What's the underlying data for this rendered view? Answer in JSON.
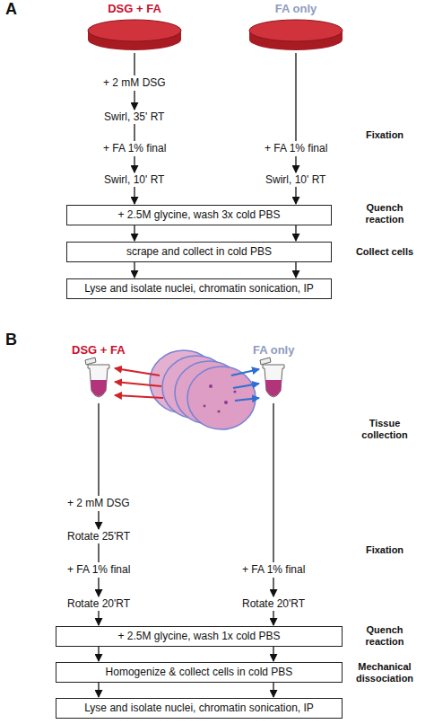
{
  "diagram": {
    "nodes": [
      {
        "text": [
          "DSG + FA"
        ]
      },
      {
        "text": [
          "FA only"
        ]
      },
      {
        "text": [
          "Swirl, 35' RT"
        ]
      },
      {
        "text": [
          "Swirl, 10' RT"
        ]
      },
      {
        "text": [
          "Swirl, 10' RT"
        ]
      },
      {
        "text": [
          "+ 2.5M glycine, wash 3x cold PBS"
        ]
      },
      {
        "text": [
          "scrape and collect in cold PBS"
        ]
      },
      {
        "text": [
          "Lyse and isolate nuclei, chromatin sonication, IP"
        ]
      },
      {
        "text": [
          "DSG + FA"
        ]
      },
      {
        "text": [
          "FA only"
        ]
      },
      {
        "text": [
          "Rotate 25'RT"
        ]
      },
      {
        "text": [
          "Rotate 20'RT"
        ]
      },
      {
        "text": [
          "Rotate 20'RT"
        ]
      },
      {
        "text": [
          "+ 2.5M glycine, wash 1x cold PBS"
        ]
      },
      {
        "text": [
          "Homogenize & collect cells in cold PBS"
        ]
      },
      {
        "text": [
          "Lyse and isolate nuclei, chromatin sonication, IP"
        ]
      }
    ],
    "edges": [
      {
        "from": 0,
        "to": 2,
        "arrow": "to",
        "label": "+ 2 mM DSG"
      },
      {
        "from": 2,
        "to": 3,
        "arrow": "to",
        "label": "+ FA 1% final"
      },
      {
        "from": 3,
        "to": 5,
        "arrow": "to"
      },
      {
        "from": 1,
        "to": 4,
        "arrow": "to",
        "label": "+ FA 1% final"
      },
      {
        "from": 4,
        "to": 5,
        "arrow": "to"
      },
      {
        "from": 5,
        "to": 6,
        "arrow": "to"
      },
      {
        "from": 5,
        "to": 6,
        "arrow": "to"
      },
      {
        "from": 6,
        "to": 7,
        "arrow": "to"
      },
      {
        "from": 6,
        "to": 7,
        "arrow": "to"
      },
      {
        "from": 8,
        "to": 10,
        "arrow": "to",
        "label": "+ 2 mM DSG"
      },
      {
        "from": 10,
        "to": 11,
        "arrow": "to",
        "label": "+ FA 1% final"
      },
      {
        "from": 11,
        "to": 13,
        "arrow": "to"
      },
      {
        "from": 9,
        "to": 12,
        "arrow": "to",
        "label": "+ FA 1% final"
      },
      {
        "from": 12,
        "to": 13,
        "arrow": "to"
      },
      {
        "from": 13,
        "to": 14,
        "arrow": "to"
      },
      {
        "from": 13,
        "to": 14,
        "arrow": "to"
      },
      {
        "from": 14,
        "to": 15,
        "arrow": "to"
      },
      {
        "from": 14,
        "to": 15,
        "arrow": "to"
      }
    ],
    "labels": [
      "A",
      "Fixation",
      "Quench reaction",
      "Collect cells",
      "B",
      "Tissue collection",
      "Fixation",
      "Quench reaction",
      "Mechanical dissociation"
    ]
  }
}
